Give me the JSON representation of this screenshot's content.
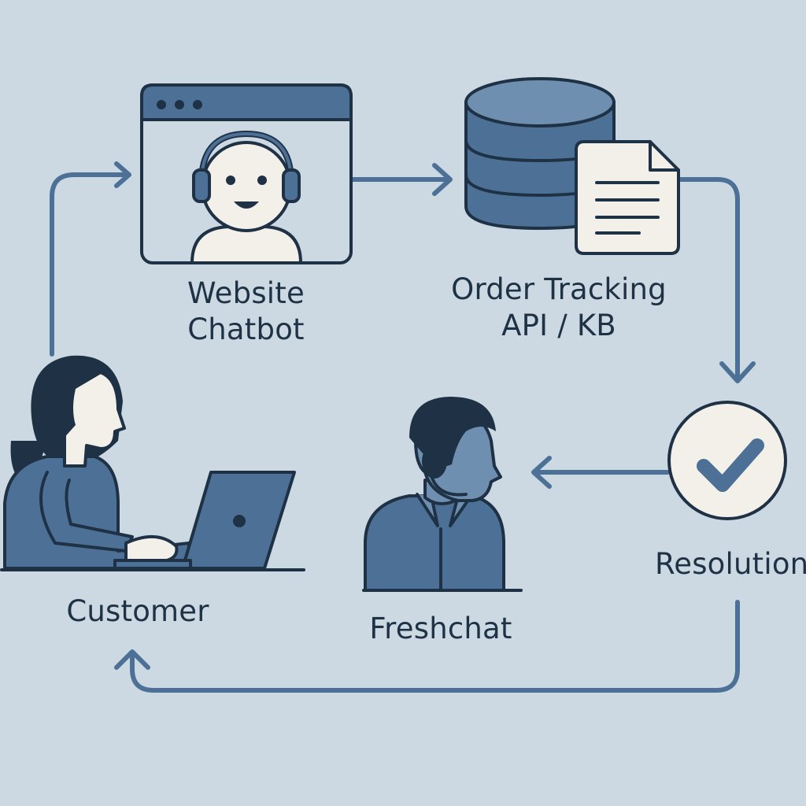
{
  "colors": {
    "background": "#ccd9e3",
    "primary": "#4d7196",
    "primary_dark": "#1f3145",
    "primary_light": "#6f8fb0",
    "face": "#f3f0e9",
    "arrow": "#4d7196"
  },
  "nodes": {
    "chatbot": {
      "line1": "Website",
      "line2": "Chatbot",
      "icon": "chatbot-window-icon"
    },
    "order": {
      "line1": "Order Tracking",
      "line2": "API / KB",
      "icon": "database-document-icon"
    },
    "resolution": {
      "label": "Resolution",
      "icon": "checkmark-circle-icon"
    },
    "freshchat": {
      "label": "Freshchat",
      "icon": "support-agent-icon"
    },
    "customer": {
      "label": "Customer",
      "icon": "customer-laptop-icon"
    }
  }
}
